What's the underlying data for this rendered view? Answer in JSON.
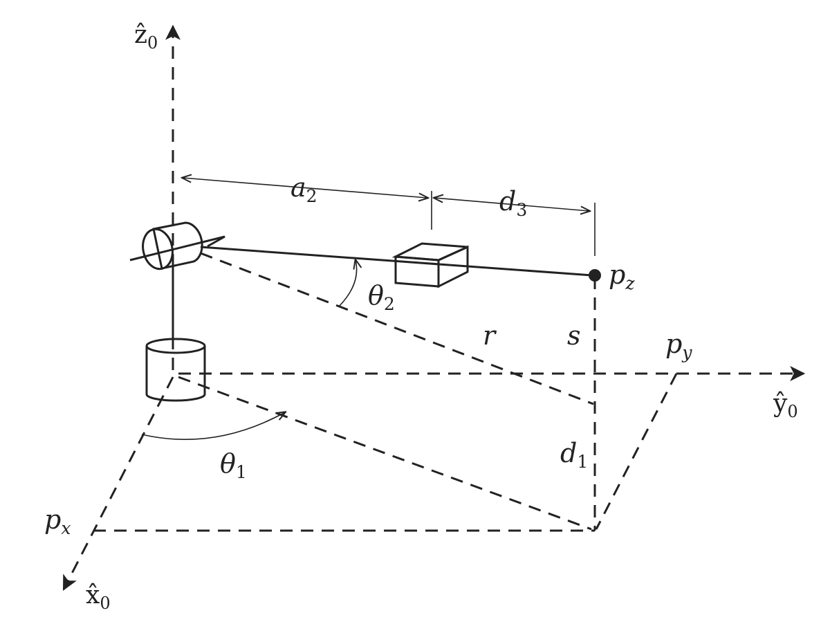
{
  "axes": {
    "z_label": {
      "base": "ẑ",
      "sub": "0"
    },
    "y_label": {
      "base": "ŷ",
      "sub": "0"
    },
    "x_label": {
      "base": "x̂",
      "sub": "0"
    }
  },
  "dimensions": {
    "a2": {
      "base": "a",
      "sub": "2"
    },
    "d3": {
      "base": "d",
      "sub": "3"
    },
    "d1": {
      "base": "d",
      "sub": "1"
    }
  },
  "angles": {
    "theta1": {
      "base": "θ",
      "sub": "1"
    },
    "theta2": {
      "base": "θ",
      "sub": "2"
    }
  },
  "points": {
    "pz": {
      "base": "p",
      "sub": "z"
    },
    "py": {
      "base": "p",
      "sub": "y"
    },
    "px": {
      "base": "p",
      "sub": "x"
    }
  },
  "projections": {
    "r": "r",
    "s": "s"
  },
  "colors": {
    "ink": "#222222",
    "background": "#ffffff"
  }
}
